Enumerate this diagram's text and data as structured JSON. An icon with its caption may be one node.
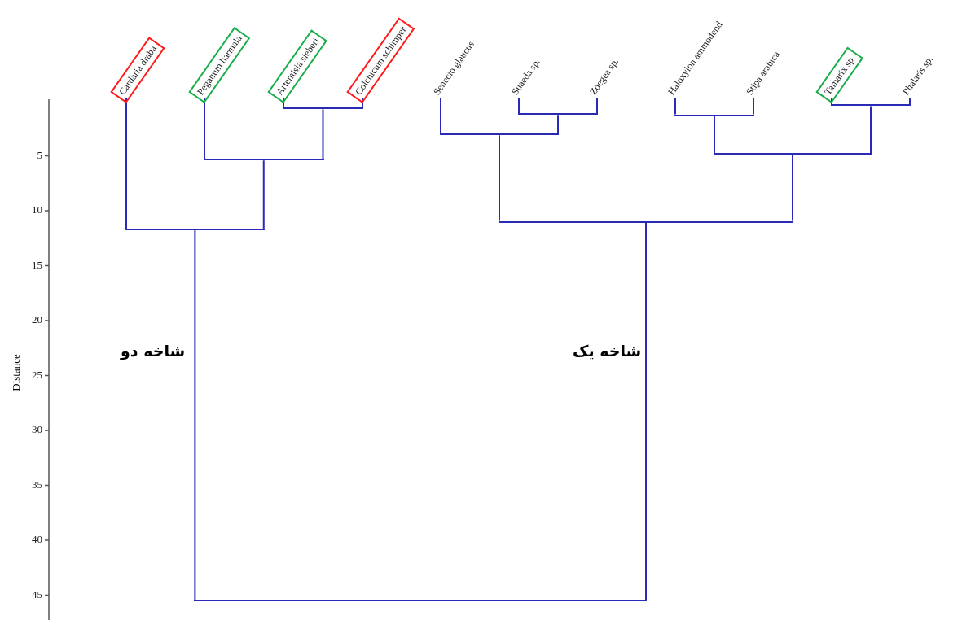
{
  "diagram": {
    "nodes": [
      {
        "text": [
          "Cardaria draba"
        ]
      },
      {
        "text": [
          "Peganum harmala"
        ]
      },
      {
        "text": [
          "Artemisia sieberi"
        ]
      },
      {
        "text": [
          "Colchicum schimper"
        ]
      },
      {
        "text": [
          "Senecio glaucus"
        ]
      },
      {
        "text": [
          "Suaeda sp."
        ]
      },
      {
        "text": [
          "Zoegea sp."
        ]
      },
      {
        "text": [
          "Haloxylon ammodend"
        ]
      },
      {
        "text": [
          "Stipa arabica"
        ]
      },
      {
        "text": [
          "Tamarix sp."
        ]
      },
      {
        "text": [
          "Phalaris sp."
        ]
      },
      {
        "text": [],
        "shape": "bar"
      },
      {
        "text": [],
        "shape": "bar"
      },
      {
        "text": [],
        "shape": "bar"
      },
      {
        "text": [],
        "shape": "bar"
      },
      {
        "text": [],
        "shape": "bar"
      },
      {
        "text": [],
        "shape": "bar"
      },
      {
        "text": [],
        "shape": "bar"
      },
      {
        "text": [],
        "shape": "bar"
      },
      {
        "text": [],
        "shape": "bar"
      },
      {
        "text": [],
        "shape": "bar"
      }
    ],
    "edges": [
      {
        "from": 11,
        "to": 9,
        "arrow": "none"
      },
      {
        "from": 11,
        "to": 10,
        "arrow": "none"
      },
      {
        "from": 12,
        "to": 2,
        "arrow": "none"
      },
      {
        "from": 12,
        "to": 3,
        "arrow": "none"
      },
      {
        "from": 13,
        "to": 5,
        "arrow": "none"
      },
      {
        "from": 13,
        "to": 6,
        "arrow": "none"
      },
      {
        "from": 14,
        "to": 7,
        "arrow": "none"
      },
      {
        "from": 14,
        "to": 8,
        "arrow": "none"
      },
      {
        "from": 15,
        "to": 4,
        "arrow": "none"
      },
      {
        "from": 15,
        "to": 13,
        "arrow": "none"
      },
      {
        "from": 16,
        "to": 14,
        "arrow": "none"
      },
      {
        "from": 16,
        "to": 11,
        "arrow": "none"
      },
      {
        "from": 17,
        "to": 1,
        "arrow": "none"
      },
      {
        "from": 17,
        "to": 12,
        "arrow": "none"
      },
      {
        "from": 18,
        "to": 15,
        "arrow": "none"
      },
      {
        "from": 18,
        "to": 16,
        "arrow": "none"
      },
      {
        "from": 19,
        "to": 0,
        "arrow": "none"
      },
      {
        "from": 19,
        "to": 17,
        "arrow": "none"
      },
      {
        "from": 20,
        "to": 19,
        "arrow": "none"
      },
      {
        "from": 20,
        "to": 18,
        "arrow": "none"
      }
    ],
    "labels": [
      "5",
      "10",
      "15",
      "20",
      "25",
      "30",
      "35",
      "40",
      "45",
      "Distance",
      "شاخه دو",
      "شاخه یک"
    ]
  }
}
